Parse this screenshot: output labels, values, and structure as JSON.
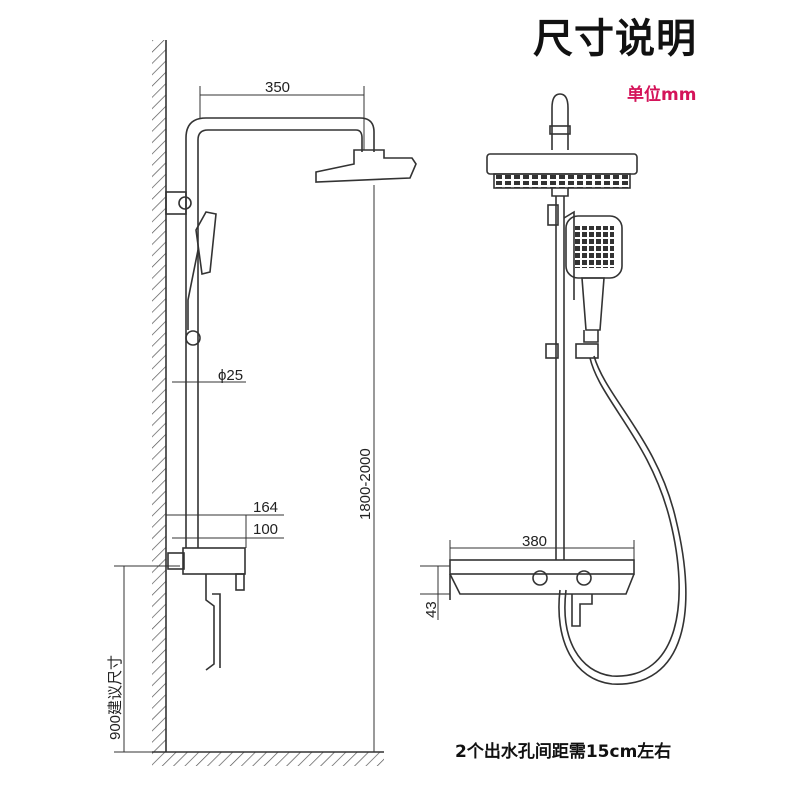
{
  "title": "尺寸说明",
  "unit": "单位mm",
  "footnote": "2个出水孔间距需15cm左右",
  "dimensions": {
    "top_arm": "350",
    "pipe_diameter": "ϕ25",
    "height_range": "1800-2000",
    "mixer_depth_outer": "164",
    "mixer_depth_inner": "100",
    "install_height": "900建议尺寸",
    "shelf_width": "380",
    "shelf_height": "43"
  },
  "colors": {
    "title": "#111111",
    "unit": "#d4145a",
    "line": "#333333",
    "hatch": "#444444"
  }
}
